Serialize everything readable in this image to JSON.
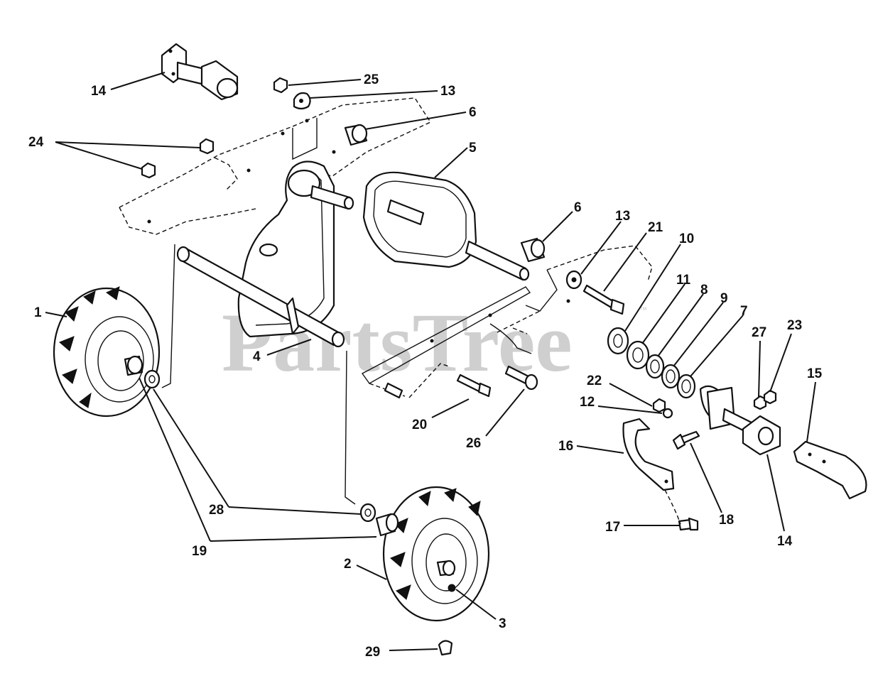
{
  "watermark": {
    "text": "PartsTree",
    "trademark": "™"
  },
  "callouts": [
    {
      "id": "c-14-top",
      "number": "14"
    },
    {
      "id": "c-25",
      "number": "25"
    },
    {
      "id": "c-13-top",
      "number": "13"
    },
    {
      "id": "c-6-top",
      "number": "6"
    },
    {
      "id": "c-24",
      "number": "24"
    },
    {
      "id": "c-5",
      "number": "5"
    },
    {
      "id": "c-6-mid",
      "number": "6"
    },
    {
      "id": "c-13-mid",
      "number": "13"
    },
    {
      "id": "c-21",
      "number": "21"
    },
    {
      "id": "c-10",
      "number": "10"
    },
    {
      "id": "c-11",
      "number": "11"
    },
    {
      "id": "c-8",
      "number": "8"
    },
    {
      "id": "c-9",
      "number": "9"
    },
    {
      "id": "c-7",
      "number": "7"
    },
    {
      "id": "c-1",
      "number": "1"
    },
    {
      "id": "c-4",
      "number": "4"
    },
    {
      "id": "c-27",
      "number": "27"
    },
    {
      "id": "c-23",
      "number": "23"
    },
    {
      "id": "c-22",
      "number": "22"
    },
    {
      "id": "c-15",
      "number": "15"
    },
    {
      "id": "c-12",
      "number": "12"
    },
    {
      "id": "c-20",
      "number": "20"
    },
    {
      "id": "c-26",
      "number": "26"
    },
    {
      "id": "c-16",
      "number": "16"
    },
    {
      "id": "c-28",
      "number": "28"
    },
    {
      "id": "c-18",
      "number": "18"
    },
    {
      "id": "c-17",
      "number": "17"
    },
    {
      "id": "c-14-bot",
      "number": "14"
    },
    {
      "id": "c-19",
      "number": "19"
    },
    {
      "id": "c-2",
      "number": "2"
    },
    {
      "id": "c-3",
      "number": "3"
    },
    {
      "id": "c-29",
      "number": "29"
    }
  ]
}
